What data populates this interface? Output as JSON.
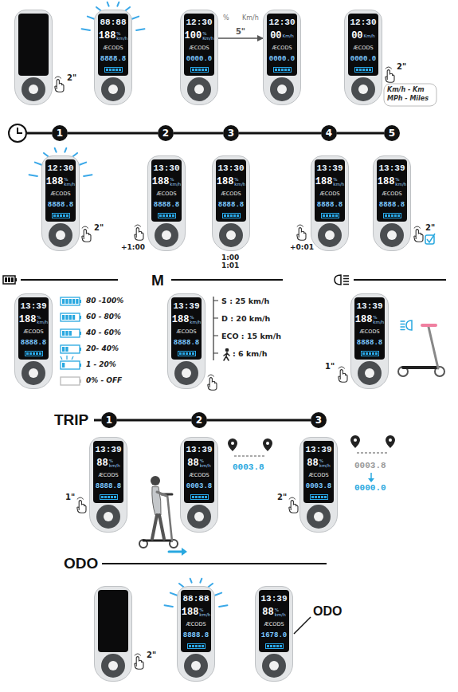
{
  "diagram": {
    "nodes": [
      {
        "text": [
          "88:88",
          "188",
          "%",
          "km/h",
          "ÆCODS",
          "8888.8"
        ]
      },
      {
        "text": [
          "12:30",
          "100",
          "%",
          "Km/h",
          "ÆCODS",
          "0000.0"
        ]
      },
      {
        "text": [
          "12:30",
          "00",
          "Km/h",
          "ÆCODS",
          "0000.0"
        ]
      },
      {
        "text": [
          "12:30",
          "00",
          "Km/h",
          "ÆCODS",
          "0000.0"
        ]
      },
      {
        "text": [
          "1"
        ]
      },
      {
        "text": [
          "2"
        ]
      },
      {
        "text": [
          "3"
        ]
      },
      {
        "text": [
          "4"
        ]
      },
      {
        "text": [
          "5"
        ]
      },
      {
        "text": [
          "12:30",
          "188",
          "%",
          "km/h",
          "ÆCODS",
          "8888.8"
        ]
      },
      {
        "text": [
          "13:30",
          "188",
          "%",
          "km/h",
          "ÆCODS",
          "8888.8"
        ]
      },
      {
        "text": [
          "13:30",
          "188",
          "%",
          "km/h",
          "ÆCODS",
          "8888.8"
        ]
      },
      {
        "text": [
          "13:39",
          "188",
          "%",
          "km/h",
          "ÆCODS",
          "8888.8"
        ]
      },
      {
        "text": [
          "13:39",
          "188",
          "%",
          "km/h",
          "ÆCODS",
          "8888.8"
        ]
      },
      {
        "text": [
          "13:39",
          "188",
          "%",
          "km/h",
          "ÆCODS",
          "8888.8"
        ]
      },
      {
        "text": [
          "13:39",
          "188",
          "%",
          "km/h",
          "ÆCODS",
          "8888.8"
        ]
      },
      {
        "text": [
          "13:39",
          "188",
          "%",
          "km/h",
          "ÆCODS",
          "8888.8"
        ]
      },
      {
        "text": [
          "1"
        ]
      },
      {
        "text": [
          "2"
        ]
      },
      {
        "text": [
          "3"
        ]
      },
      {
        "text": [
          "13:39",
          "88",
          "%",
          "km/h",
          "ÆCODS",
          "8888.8"
        ]
      },
      {
        "text": [
          "13:39",
          "88",
          "%",
          "km/h",
          "ÆCODS",
          "0003.8"
        ]
      },
      {
        "text": [
          "13:39",
          "88",
          "%",
          "km/h",
          "ÆCODS",
          "0003.8"
        ]
      },
      {
        "text": [
          "88:88",
          "188",
          "%",
          "km/h",
          "ÆCODS",
          "8888.8"
        ]
      },
      {
        "text": [
          "13:39",
          "88",
          "%",
          "km/h",
          "ÆCODS",
          "1678.0"
        ]
      }
    ],
    "edges": [
      {
        "from": 1,
        "to": 2,
        "arrow": "to",
        "label": "5\""
      },
      {
        "from": 4,
        "to": 5,
        "arrow": "none"
      },
      {
        "from": 5,
        "to": 6,
        "arrow": "none"
      },
      {
        "from": 6,
        "to": 7,
        "arrow": "none"
      },
      {
        "from": 7,
        "to": 8,
        "arrow": "none"
      },
      {
        "from": 17,
        "to": 18,
        "arrow": "none"
      },
      {
        "from": 18,
        "to": 19,
        "arrow": "none"
      }
    ],
    "labels": [
      "2\"",
      "%",
      "Km/h",
      "2\"",
      "Km/h - Km",
      "MPh - Miles",
      "2\"",
      "+1:00",
      "1:00",
      "1:01",
      "+0:01",
      "2\"",
      "M",
      "S : 25 km/h",
      "D : 20 km/h",
      "ECO : 15 km/h",
      ": 6 km/h",
      "1\"",
      "TRIP",
      "1\"",
      "0003.8",
      "0003.8",
      "0000.0",
      "2\"",
      "ODO",
      "2\"",
      "ODO"
    ],
    "legend": [
      {
        "text": "80 -100%"
      },
      {
        "text": "60 - 80%"
      },
      {
        "text": "40 - 60%"
      },
      {
        "text": "20- 40%"
      },
      {
        "text": "1 - 20%"
      },
      {
        "text": "0% - OFF"
      }
    ]
  }
}
